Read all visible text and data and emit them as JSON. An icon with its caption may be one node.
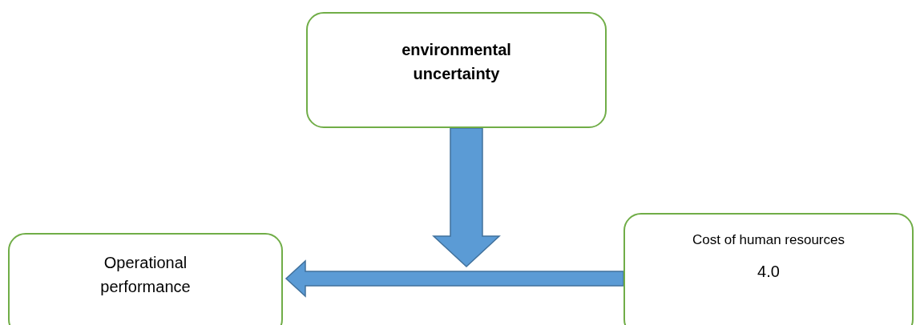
{
  "diagram": {
    "nodes": [
      {
        "text": [
          "environmental uncertainty"
        ]
      },
      {
        "text": [
          "Operational performance"
        ]
      },
      {
        "text": [
          "Cost of human resources",
          "4.0"
        ]
      }
    ],
    "edges": [
      {
        "from": 0,
        "to": null,
        "arrow": "to",
        "style": "thick"
      },
      {
        "from": 2,
        "to": 1,
        "arrow": "to",
        "style": "thick"
      }
    ]
  }
}
